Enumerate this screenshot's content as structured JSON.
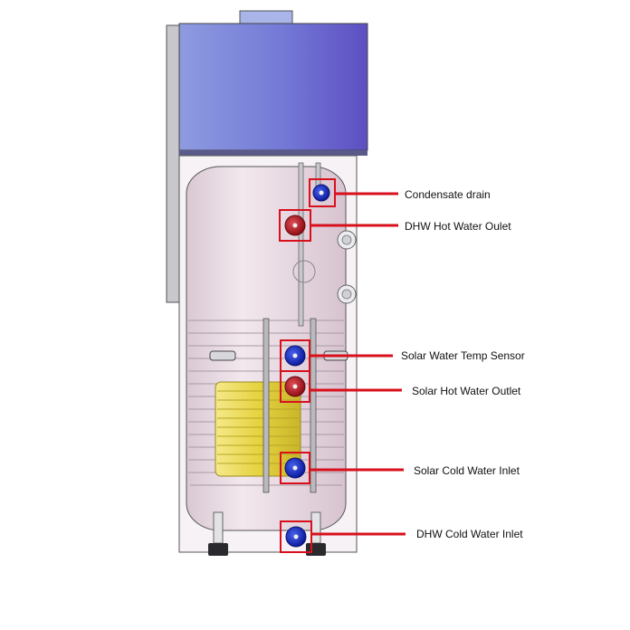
{
  "labels": {
    "condensate_drain": "Condensate drain",
    "dhw_hot_water_outlet": "DHW Hot Water Oulet",
    "solar_water_temp_sensor": "Solar Water Temp Sensor",
    "solar_hot_water_outlet": "Solar Hot Water Outlet",
    "solar_cold_water_inlet": "Solar Cold Water Inlet",
    "dhw_cold_water_inlet": "DHW Cold Water Inlet"
  },
  "colors": {
    "callout_red": "#d8101c",
    "hot_connector": "#b0121c",
    "cold_connector": "#1a2fd0",
    "top_unit_blue": "#6b6fd0",
    "tank_pink": "#ecdbe4",
    "coil_yellow": "#e8d84a"
  },
  "icons": {
    "hot_connector": "red-pipe-connector-icon",
    "cold_connector": "blue-pipe-connector-icon"
  }
}
